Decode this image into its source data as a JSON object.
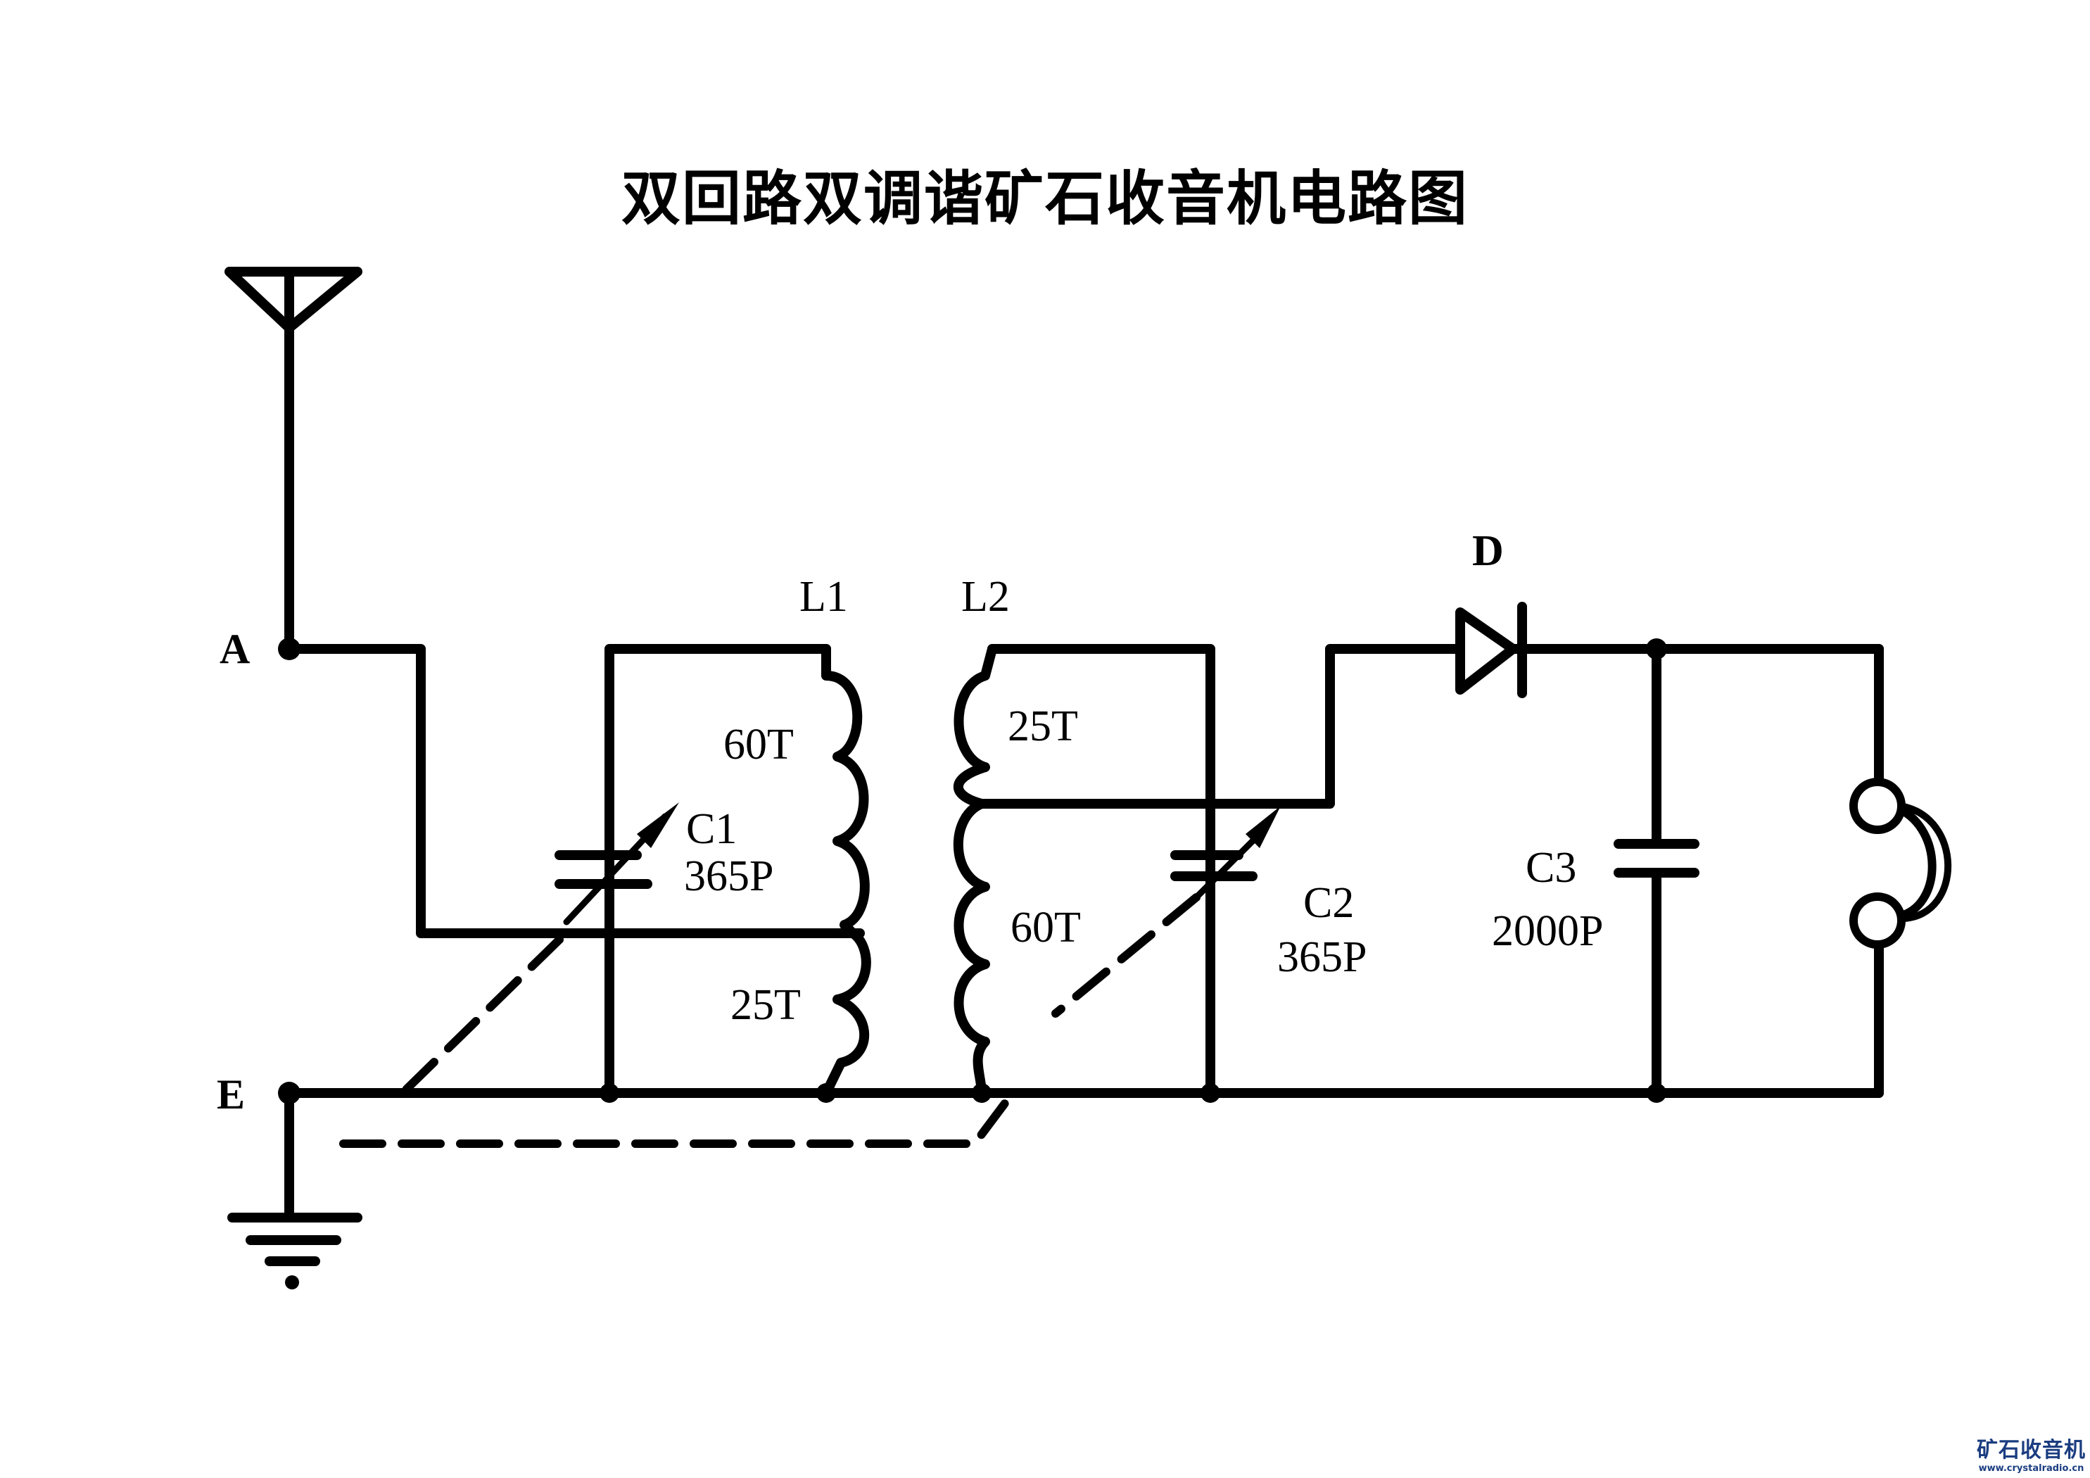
{
  "title": "双回路双调谐矿石收音机电路图",
  "terminals": {
    "antenna": "A",
    "earth": "E"
  },
  "coils": {
    "L1": {
      "label": "L1",
      "upper_turns": "60T",
      "lower_turns": "25T"
    },
    "L2": {
      "label": "L2",
      "upper_turns": "25T",
      "lower_turns": "60T"
    }
  },
  "capacitors": {
    "C1": {
      "label": "C1",
      "value": "365P",
      "type": "variable"
    },
    "C2": {
      "label": "C2",
      "value": "365P",
      "type": "variable"
    },
    "C3": {
      "label": "C3",
      "value": "2000P",
      "type": "fixed"
    }
  },
  "diode": {
    "label": "D"
  },
  "components_icons": [
    "antenna-icon",
    "ground-icon",
    "diode-icon",
    "earphone-icon"
  ],
  "watermark": {
    "name": "矿石收音机",
    "url": "www.crystalradio.cn",
    "color": "#1b3d80"
  }
}
